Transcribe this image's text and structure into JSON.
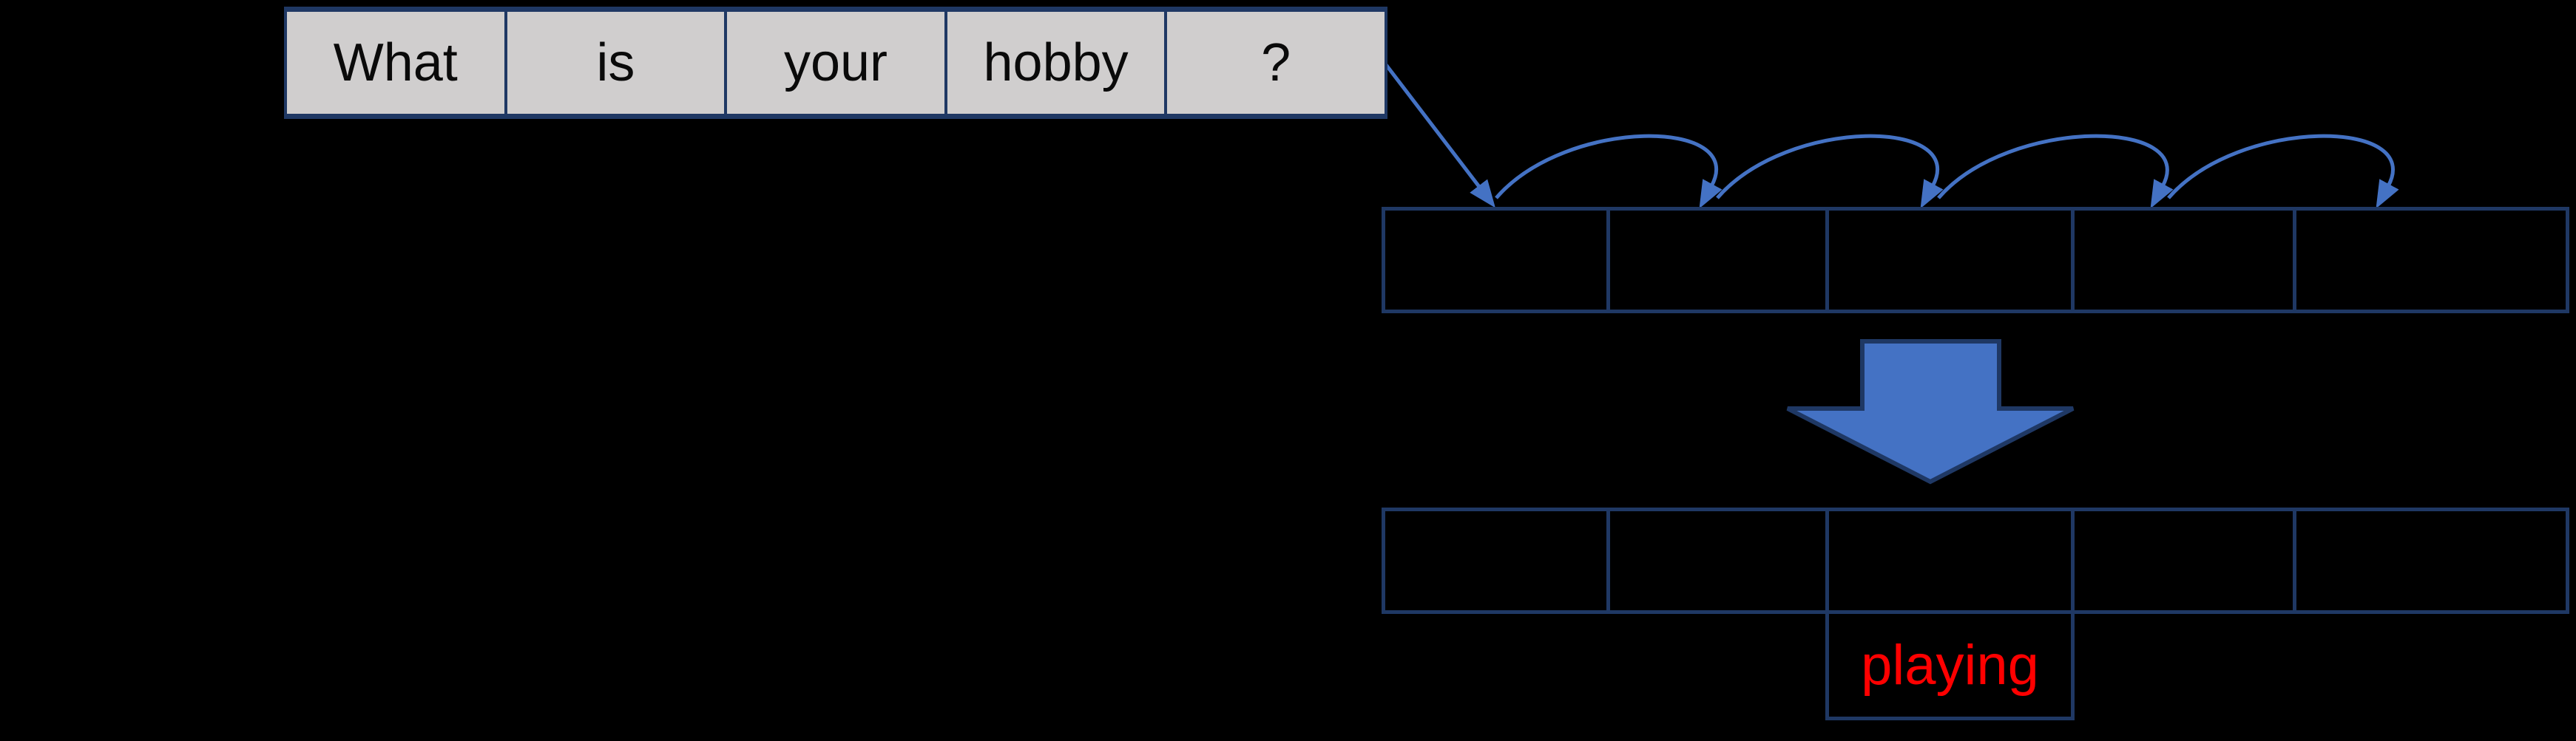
{
  "diagram": {
    "sentence_row": {
      "cells": [
        "What",
        "is",
        "your",
        "hobby",
        "?"
      ]
    },
    "encoder_row": {
      "cell_count": 5,
      "cells": [
        "",
        "",
        "",
        "",
        ""
      ]
    },
    "decoder_row": {
      "cell_count": 5,
      "cells": [
        "",
        "",
        "",
        "",
        ""
      ]
    },
    "answer_cell": {
      "label": "playing"
    },
    "icons": {
      "connector": "diagonal-arrow-from-sentence-to-first-slot",
      "hops": "four-arc-hop-arrows-left-to-right",
      "transform": "big-down-block-arrow"
    },
    "colors": {
      "background": "#000000",
      "cell_fill": "#d0cece",
      "border_navy": "#1f3864",
      "arrow_blue": "#4472c4",
      "answer_text": "#ff0000",
      "sentence_text": "#0a0a0a"
    }
  }
}
